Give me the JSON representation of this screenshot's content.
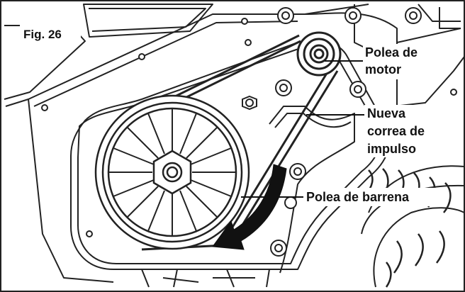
{
  "figure": {
    "label": "Fig. 26",
    "callouts": {
      "motor_pulley": {
        "line1": "Polea de",
        "line2": "motor"
      },
      "new_belt": {
        "line1": "Nueva",
        "line2": "correa de",
        "line3": "impulso"
      },
      "auger_pulley": {
        "line1": "Polea de barrena"
      }
    }
  }
}
